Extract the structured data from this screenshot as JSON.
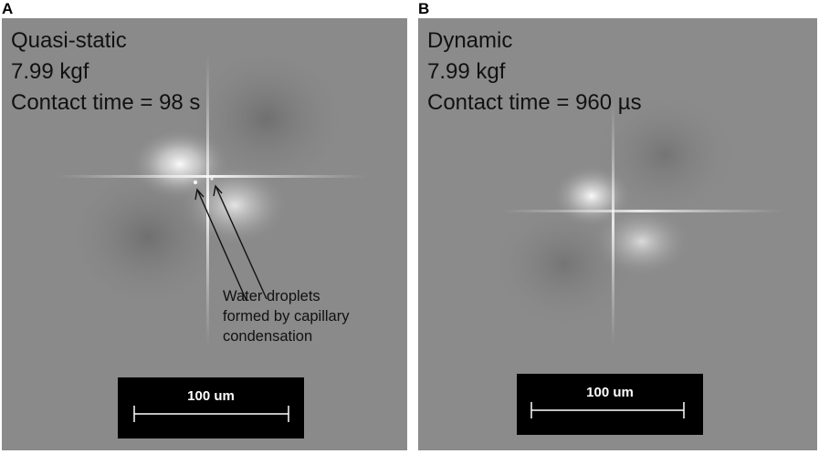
{
  "panels": [
    {
      "letter": "A",
      "lines": [
        "Quasi-static",
        "7.99 kgf",
        "Contact time = 98 s"
      ],
      "annotation": [
        "Water droplets",
        "formed by capillary",
        "condensation"
      ],
      "scale_label": "100 um"
    },
    {
      "letter": "B",
      "lines": [
        "Dynamic",
        "7.99 kgf",
        "Contact time = 960 µs"
      ],
      "scale_label": "100 um"
    }
  ],
  "colors": {
    "background_gray": "#888888",
    "scale_box": "#000000",
    "scale_text": "#ffffff"
  }
}
